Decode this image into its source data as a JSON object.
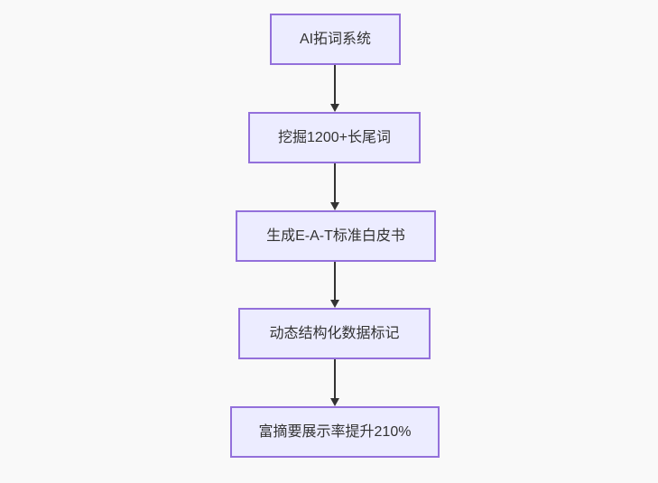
{
  "flowchart": {
    "type": "flowchart",
    "direction": "top-down",
    "nodes": [
      {
        "id": "n1",
        "label": "AI拓词系统"
      },
      {
        "id": "n2",
        "label": "挖掘1200+长尾词"
      },
      {
        "id": "n3",
        "label": "生成E-A-T标准白皮书"
      },
      {
        "id": "n4",
        "label": "动态结构化数据标记"
      },
      {
        "id": "n5",
        "label": "富摘要展示率提升210%"
      }
    ],
    "edges": [
      {
        "from": "n1",
        "to": "n2",
        "arrow": "down"
      },
      {
        "from": "n2",
        "to": "n3",
        "arrow": "down"
      },
      {
        "from": "n3",
        "to": "n4",
        "arrow": "down"
      },
      {
        "from": "n4",
        "to": "n5",
        "arrow": "down"
      }
    ],
    "colors": {
      "background": "#f9f9f9",
      "node_fill": "#ECECFF",
      "node_border": "#9370DB",
      "text": "#333333",
      "arrow": "#333333"
    }
  }
}
